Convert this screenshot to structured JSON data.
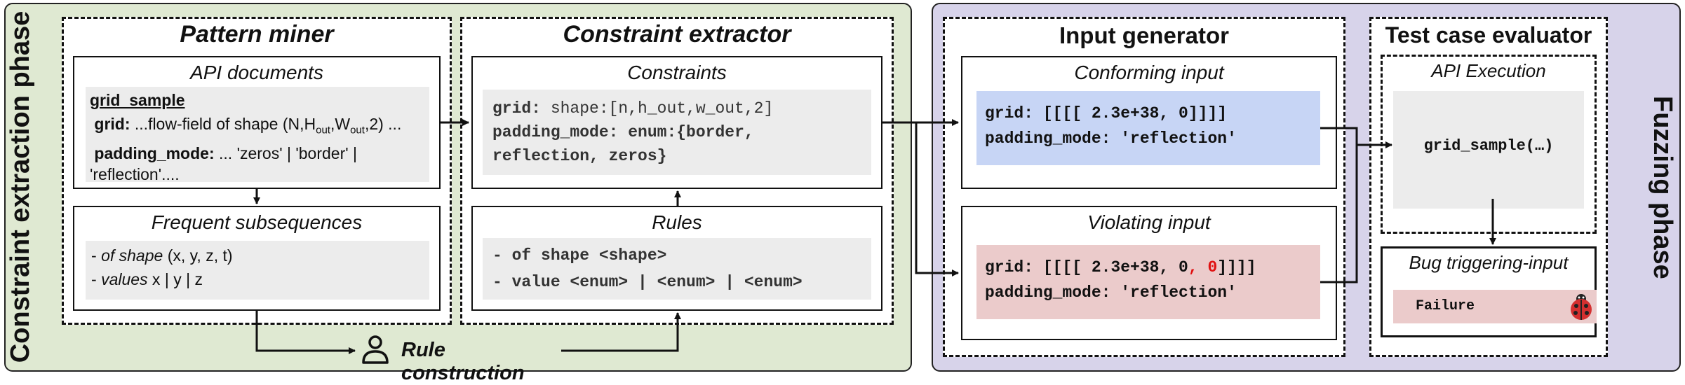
{
  "phases": {
    "left_label": "Constraint extraction phase",
    "right_label": "Fuzzing phase"
  },
  "pattern_miner": {
    "title": "Pattern miner",
    "api_documents": {
      "title": "API documents",
      "api_name": "grid_sample",
      "grid_label": "grid:",
      "grid_text_pre": " ...flow-field of shape (N,H",
      "grid_sub_h": "out",
      "grid_text_mid": ",W",
      "grid_sub_w": "out",
      "grid_text_post": ",2) ...",
      "padding_label": "padding_mode:",
      "padding_text": " ... 'zeros' | 'border' |",
      "padding_text_2": "'reflection'...."
    },
    "frequent_subsequences": {
      "title": "Frequent subsequences",
      "item1_dash": "- ",
      "item1_italic": "of shape",
      "item1_rest": " (x, y, z, t)",
      "item2_dash": "- ",
      "item2_italic": "values",
      "item2_rest": " x | y | z"
    }
  },
  "constraint_extractor": {
    "title": "Constraint extractor",
    "constraints": {
      "title": "Constraints",
      "grid_key": "grid:",
      "grid_val": " shape:[n,h_out,w_out,2]",
      "padding_key": "padding_mode:",
      "padding_val": " enum:{border,",
      "padding_val_2": "reflection, zeros}"
    },
    "rules": {
      "title": "Rules",
      "rule1": "- of shape <shape>",
      "rule2": "- value <enum> | <enum> | <enum>"
    }
  },
  "rule_construction": {
    "label": "Rule construction",
    "icon": "person-icon"
  },
  "input_generator": {
    "title": "Input generator",
    "conforming": {
      "title": "Conforming input",
      "grid_key": "grid:",
      "grid_val": " [[[[ 2.3e+38, 0]]]]",
      "padding_key": "padding_mode:",
      "padding_val": " 'reflection'"
    },
    "violating": {
      "title": "Violating input",
      "grid_key": "grid:",
      "grid_val_pre": " [[[[ 2.3e+38, 0",
      "grid_val_red_comma": ",",
      "grid_val_red_zero": " 0",
      "grid_val_post": "]]]]",
      "padding_key": "padding_mode:",
      "padding_val": " 'reflection'"
    }
  },
  "test_case_evaluator": {
    "title": "Test case evaluator",
    "api_execution": {
      "title": "API Execution",
      "call": "grid_sample(…)"
    },
    "bug": {
      "title": "Bug triggering-input",
      "failure": "Failure",
      "icon": "ladybug-icon"
    }
  },
  "colors": {
    "extraction_phase_bg": "#dfe9d2",
    "fuzzing_phase_bg": "#d7d3ea",
    "conforming_bg": "#c7d5f5",
    "violating_bg": "#ebcbcb",
    "highlight_red": "#e01010"
  }
}
